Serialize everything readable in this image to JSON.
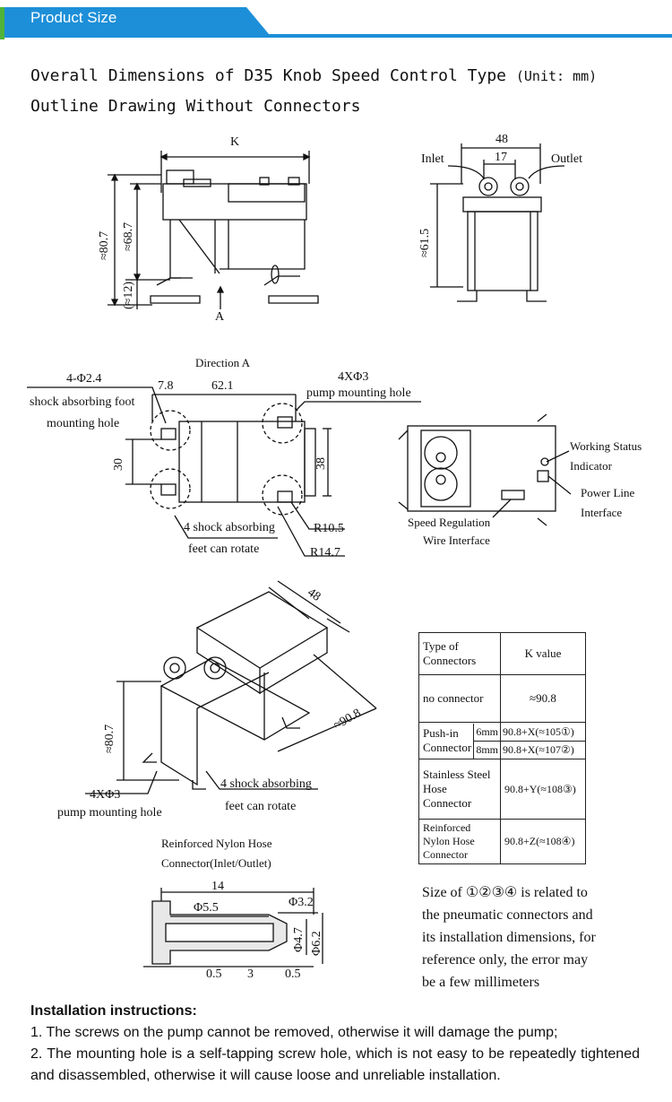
{
  "banner": {
    "title": "Product Size",
    "accent": "#1d8fd8",
    "green": "#4fb33a"
  },
  "headings": {
    "line1": "Overall Dimensions of D35 Knob Speed Control Type",
    "unit": "(Unit: mm)",
    "line2": "Outline Drawing Without Connectors"
  },
  "front_view": {
    "k": "K",
    "h_total": "≈80.7",
    "h_body": "≈68.7",
    "h_foot": "(≈12)",
    "arrow": "A"
  },
  "side_view": {
    "width": "48",
    "spacing": "17",
    "inlet": "Inlet",
    "outlet": "Outlet",
    "height": "≈61.5"
  },
  "bottom_view": {
    "title": "Direction A",
    "foot_hole_dim": "4-Φ2.4",
    "foot_hole_label1": "shock absorbing foot",
    "foot_hole_label2": "mounting hole",
    "d78": "7.8",
    "d621": "62.1",
    "pump_hole_dim": "4XΦ3",
    "pump_hole_label": "pump mounting hole",
    "d30": "30",
    "d38": "38",
    "feet_label1": "4 shock absorbing",
    "feet_label2": "feet can rotate",
    "r105": "R10.5",
    "r147": "R14.7"
  },
  "top_view": {
    "status1": "Working Status",
    "status2": "Indicator",
    "power1": "Power Line",
    "power2": "Interface",
    "speed1": "Speed Regulation",
    "speed2": "Wire Interface"
  },
  "iso_view": {
    "w48": "48",
    "l908": "≈90.8",
    "h807": "≈80.7",
    "pump_hole_dim": "4XΦ3",
    "pump_hole_label": "pump mounting hole",
    "feet_label1": "4 shock absorbing",
    "feet_label2": "feet can rotate"
  },
  "k_table": {
    "header": [
      "Type of Connectors",
      "K value"
    ],
    "rows": [
      {
        "type": "no connector",
        "value": "≈90.8"
      },
      {
        "type": "Push-in Connector",
        "sub": [
          "6mm",
          "8mm"
        ],
        "value": [
          "90.8+X(≈105①)",
          "90.8+X(≈107②)"
        ]
      },
      {
        "type": "Stainless Steel Hose Connector",
        "value": "90.8+Y(≈108③)"
      },
      {
        "type": "Reinforced Nylon Hose Connector",
        "value": "90.8+Z(≈108④)"
      }
    ]
  },
  "hose_connector": {
    "title1": "Reinforced Nylon Hose",
    "title2": "Connector(Inlet/Outlet)",
    "d14": "14",
    "d55": "Φ5.5",
    "d32": "Φ3.2",
    "d47": "Φ4.7",
    "d62": "Φ6.2",
    "d05a": "0.5",
    "d3": "3",
    "d05b": "0.5"
  },
  "note": "Size of ①②③④ is related to the pneumatic connectors and its installation dimensions, for reference only, the error may be a few millimeters",
  "install": {
    "title": "Installation instructions:",
    "items": [
      "1. The screws on the pump cannot be removed, otherwise it will damage the pump;",
      "2. The mounting hole is a self-tapping screw hole, which is not easy to be repeatedly tightened and disassembled, otherwise it will cause loose and unreliable installation."
    ]
  }
}
